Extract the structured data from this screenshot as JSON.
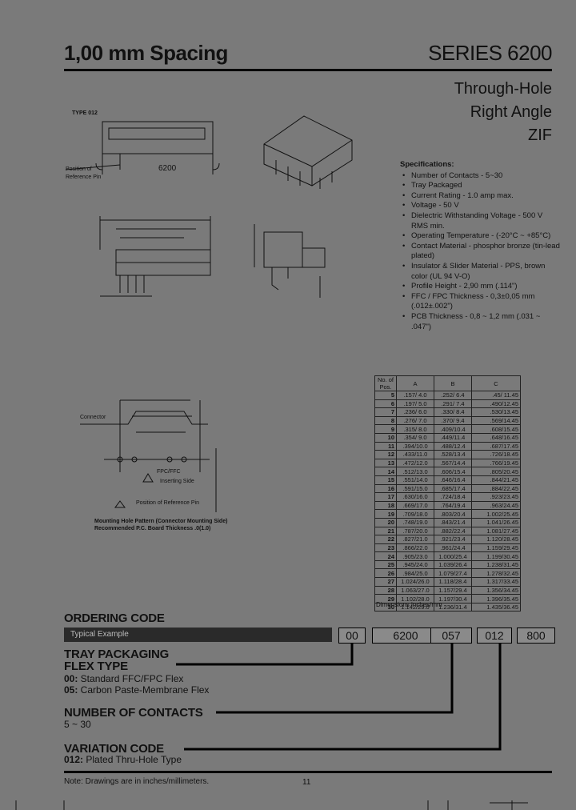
{
  "header": {
    "title": "1,00 mm Spacing",
    "series": "SERIES 6200",
    "subtitles": [
      "Through-Hole",
      "Right Angle",
      "ZIF"
    ]
  },
  "drawing_labels": {
    "type": "TYPE 012",
    "position_ref": "Position of",
    "reference_pin": "Reference Pin",
    "part_mark": "6200",
    "connector": "Connector",
    "fpc_ffc": "FPC/FFC",
    "inserting_side": "Inserting Side",
    "position_ref_pin": "Position of Reference Pin",
    "mounting_pattern": "Mounting Hole Pattern (Connector Mounting Side)",
    "recommended_thickness": "Recommended P.C. Board Thickness .0(1.0)"
  },
  "specifications": {
    "title": "Specifications:",
    "items": [
      "Number of Contacts - 5~30",
      "Tray Packaged",
      "Current Rating - 1.0 amp max.",
      "Voltage - 50 V",
      "Dielectric Withstanding Voltage - 500 V RMS min.",
      "Operating Temperature - (-20°C ~ +85°C)",
      "Contact Material - phosphor bronze (tin-lead plated)",
      "Insulator & Slider Material - PPS, brown color (UL 94 V-O)",
      "Profile Height - 2,90 mm (.114\")",
      "FFC / FPC Thickness - 0,3±0,05 mm (.012±.002\")",
      "PCB Thickness - 0,8 ~ 1,2 mm (.031 ~ .047\")"
    ]
  },
  "dimension_table": {
    "headers": [
      "No. of Pos.",
      "A",
      "B",
      "C"
    ],
    "rows": [
      [
        "5",
        ".157/ 4.0",
        ".252/ 6.4",
        ".45/ 11.45"
      ],
      [
        "6",
        ".197/ 5.0",
        ".291/ 7.4",
        ".490/12.45"
      ],
      [
        "7",
        ".236/ 6.0",
        ".330/ 8.4",
        ".530/13.45"
      ],
      [
        "8",
        ".276/ 7.0",
        ".370/ 9.4",
        ".569/14.45"
      ],
      [
        "9",
        ".315/ 8.0",
        ".409/10.4",
        ".608/15.45"
      ],
      [
        "10",
        ".354/ 9.0",
        ".449/11.4",
        ".648/16.45"
      ],
      [
        "11",
        ".394/10.0",
        ".488/12.4",
        ".687/17.45"
      ],
      [
        "12",
        ".433/11.0",
        ".528/13.4",
        ".726/18.45"
      ],
      [
        "13",
        ".472/12.0",
        ".567/14.4",
        ".766/19.45"
      ],
      [
        "14",
        ".512/13.0",
        ".606/15.4",
        ".805/20.45"
      ],
      [
        "15",
        ".551/14.0",
        ".646/16.4",
        ".844/21.45"
      ],
      [
        "16",
        ".591/15.0",
        ".685/17.4",
        ".884/22.45"
      ],
      [
        "17",
        ".630/16.0",
        ".724/18.4",
        ".923/23.45"
      ],
      [
        "18",
        ".669/17.0",
        ".764/19.4",
        ".963/24.45"
      ],
      [
        "19",
        ".709/18.0",
        ".803/20.4",
        "1.002/25.45"
      ],
      [
        "20",
        ".748/19.0",
        ".843/21.4",
        "1.041/26.45"
      ],
      [
        "21",
        ".787/20.0",
        ".882/22.4",
        "1.081/27.45"
      ],
      [
        "22",
        ".827/21.0",
        ".921/23.4",
        "1.120/28.45"
      ],
      [
        "23",
        ".866/22.0",
        ".961/24.4",
        "1.159/29.45"
      ],
      [
        "24",
        ".905/23.0",
        "1.000/25.4",
        "1.199/30.45"
      ],
      [
        "25",
        ".945/24.0",
        "1.039/26.4",
        "1.238/31.45"
      ],
      [
        "26",
        ".984/25.0",
        "1.079/27.4",
        "1.278/32.45"
      ],
      [
        "27",
        "1.024/26.0",
        "1.118/28.4",
        "1.317/33.45"
      ],
      [
        "28",
        "1.063/27.0",
        "1.157/29.4",
        "1.356/34.45"
      ],
      [
        "29",
        "1.102/28.0",
        "1.197/30.4",
        "1.396/35.45"
      ],
      [
        "30",
        "1.142/29.0",
        "1.236/31.4",
        "1.435/36.45"
      ]
    ],
    "note": "Dimensions inches/mm"
  },
  "ordering": {
    "title": "ORDERING CODE",
    "example_label": "Typical Example",
    "codes": [
      "00",
      "6200",
      "057",
      "012",
      "800"
    ],
    "tray": "TRAY PACKAGING",
    "flex_title": "FLEX TYPE",
    "flex_options": [
      {
        "code": "00:",
        "text": " Standard FFC/FPC Flex"
      },
      {
        "code": "05:",
        "text": " Carbon Paste-Membrane Flex"
      }
    ],
    "contacts_title": "NUMBER OF CONTACTS",
    "contacts_range": "5 ~ 30",
    "variation_title": "VARIATION CODE",
    "variation_option": {
      "code": "012:",
      "text": " Plated Thru-Hole Type"
    }
  },
  "footer": {
    "note": "Note: Drawings are in inches/millimeters.",
    "page": "11"
  }
}
